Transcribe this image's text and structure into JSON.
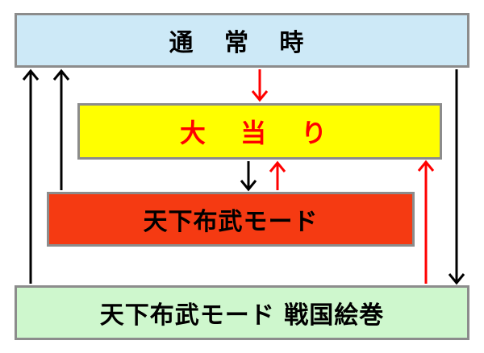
{
  "nodes": {
    "normal": {
      "label": "通 常 時",
      "fill": "#cde9f7",
      "text_color": "#000000"
    },
    "jackpot": {
      "label": "大 当 り",
      "fill": "#ffff00",
      "text_color": "#ff0000"
    },
    "tenka": {
      "label": "天下布武モード",
      "fill": "#f53a12",
      "text_color": "#000000"
    },
    "emaki": {
      "label": "天下布武モード 戦国絵巻",
      "fill": "#cef7cd",
      "text_color": "#000000"
    }
  },
  "colors": {
    "border": "#8c8c8c",
    "arrow_black": "#000000",
    "arrow_red": "#ff0000"
  },
  "edges": [
    {
      "from": "normal",
      "to": "jackpot",
      "color": "red"
    },
    {
      "from": "jackpot",
      "to": "tenka",
      "color": "black"
    },
    {
      "from": "tenka",
      "to": "jackpot",
      "color": "red"
    },
    {
      "from": "tenka",
      "to": "normal",
      "color": "black"
    },
    {
      "from": "emaki",
      "to": "normal",
      "color": "black"
    },
    {
      "from": "normal",
      "to": "emaki",
      "color": "black"
    },
    {
      "from": "emaki",
      "to": "jackpot",
      "color": "red"
    }
  ]
}
